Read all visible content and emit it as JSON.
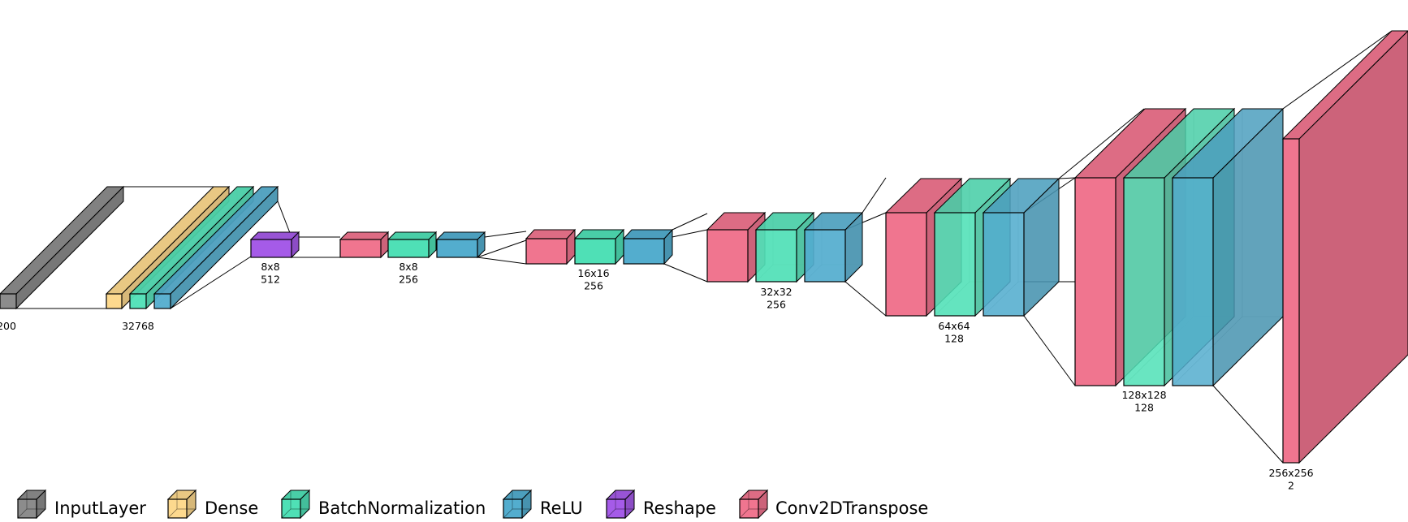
{
  "colors": {
    "InputLayer": "#8c8c8c",
    "Dense": "#fdd98e",
    "BatchNormalization": "#4fe0b6",
    "ReLU": "#53adce",
    "Reshape": "#a55be8",
    "Conv2DTranspose": "#f0758f"
  },
  "blocks": [
    {
      "name": "block-input",
      "labels": [
        "200"
      ]
    },
    {
      "name": "block-dense",
      "labels": [
        "32768"
      ]
    },
    {
      "name": "block-reshape",
      "labels": [
        "8x8",
        "512"
      ]
    },
    {
      "name": "block-conv-8",
      "labels": [
        "8x8",
        "256"
      ]
    },
    {
      "name": "block-conv-16",
      "labels": [
        "16x16",
        "256"
      ]
    },
    {
      "name": "block-conv-32",
      "labels": [
        "32x32",
        "256"
      ]
    },
    {
      "name": "block-conv-64",
      "labels": [
        "64x64",
        "128"
      ]
    },
    {
      "name": "block-conv-128",
      "labels": [
        "128x128",
        "128"
      ]
    },
    {
      "name": "block-output",
      "labels": [
        "256x256",
        "2"
      ]
    }
  ],
  "legend": [
    {
      "type": "InputLayer",
      "label": "InputLayer"
    },
    {
      "type": "Dense",
      "label": "Dense"
    },
    {
      "type": "BatchNormalization",
      "label": "BatchNormalization"
    },
    {
      "type": "ReLU",
      "label": "ReLU"
    },
    {
      "type": "Reshape",
      "label": "Reshape"
    },
    {
      "type": "Conv2DTranspose",
      "label": "Conv2DTranspose"
    }
  ]
}
